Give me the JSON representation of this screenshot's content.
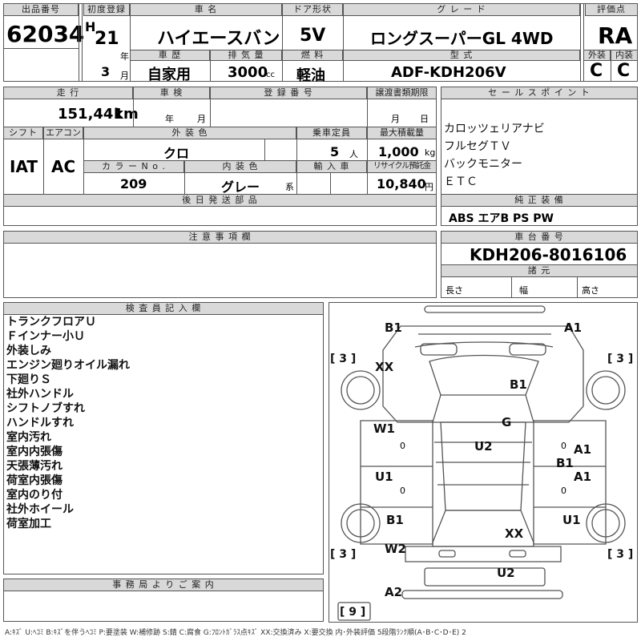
{
  "header": {
    "lot_label": "出品番号",
    "lot_number": "62034",
    "first_reg_label": "初度登録",
    "era": "H",
    "year": "21",
    "year_unit": "年",
    "month": "3",
    "month_unit": "月",
    "name_label": "車 名",
    "car_name": "ハイエースバン",
    "door_label": "ドア形状",
    "door": "5V",
    "grade_label": "グ レ ー ド",
    "grade": "ロングスーパーGL 4WD",
    "score_label": "評価点",
    "score": "RA",
    "history_label": "車 歴",
    "history": "自家用",
    "displacement_label": "排 気 量",
    "displacement": "3000",
    "displacement_unit": "cc",
    "fuel_label": "燃 料",
    "fuel": "軽油",
    "model_label": "型 式",
    "model": "ADF-KDH206V",
    "exterior_label": "外装",
    "exterior_grade": "C",
    "interior_label": "内装",
    "interior_grade": "C"
  },
  "row2": {
    "mileage_label": "走 行",
    "mileage": "151,441",
    "mileage_unit": "km",
    "inspection_label": "車 検",
    "inspection_year": "年",
    "inspection_month": "月",
    "reg_no_label": "登 録 番 号",
    "transfer_label": "譲渡書類期限",
    "transfer_month": "月",
    "transfer_day": "日",
    "shift_label": "シフト",
    "shift": "IAT",
    "ac_label": "エアコン",
    "ac": "AC",
    "ext_color_label": "外 装 色",
    "ext_color": "クロ",
    "capacity_label": "乗車定員",
    "capacity": "5",
    "capacity_unit": "人",
    "load_label": "最大積載量",
    "load": "1,000",
    "load_unit": "kg",
    "color_no_label": "カ ラ ー N o .",
    "color_no": "209",
    "int_color_label": "内 装 色",
    "int_color": "グレー",
    "int_color_suffix": "系",
    "import_label": "輸 入 車",
    "recycle_label": "リサイクル預託金",
    "recycle": "10,840",
    "recycle_unit": "円",
    "later_parts_label": "後 日 発 送 部 品"
  },
  "sales_points": {
    "label": "セ ー ル ス ポ イ ン ト",
    "items": [
      "カロッツェリアナビ",
      "フルセグＴＶ",
      "バックモニター",
      "ＥＴＣ"
    ]
  },
  "equipment": {
    "label": "純 正 装 備",
    "value": "ABS エアB PS PW"
  },
  "caution": {
    "label": "注 意 事 項 欄"
  },
  "chassis": {
    "label": "車 台 番 号",
    "value": "KDH206-8016106",
    "spec_label": "諸 元",
    "length": "長さ",
    "width": "幅",
    "height": "高さ"
  },
  "inspector": {
    "label": "検 査 員 記 入 欄",
    "notes": [
      "トランクフロアＵ",
      "Ｆインナー小Ｕ",
      "外装しみ",
      "エンジン廻りオイル漏れ",
      "下廻りＳ",
      "社外ハンドル",
      "シフトノブすれ",
      "ハンドルすれ",
      "室内汚れ",
      "室内内張傷",
      "天張薄汚れ",
      "荷室内張傷",
      "室内のり付",
      "社外ホイール",
      "荷室加工"
    ]
  },
  "office": {
    "label": "事 務 局 よ り ご 案 内"
  },
  "diagram": {
    "marks": [
      "B1",
      "A1",
      "XX",
      "B1",
      "G",
      "W1",
      "U2",
      "A1",
      "B1",
      "U1",
      "A1",
      "B1",
      "U1",
      "XX",
      "W2",
      "U2",
      "A2"
    ],
    "zeros": [
      "0",
      "0",
      "0",
      "0"
    ],
    "tires": [
      "3",
      "3",
      "3",
      "3"
    ],
    "spare": "9",
    "bracket_l": "[",
    "bracket_r": "]"
  },
  "legend": "A:ｷｽﾞ U:ﾍｺﾐ B:ｷｽﾞを伴うﾍｺﾐ P:要塗装 W:補修跡 S:錆 C:腐食 G:ﾌﾛﾝﾄｶﾞﾗｽ点ｷｽﾞ XX:交換済み X:要交換 内･外装評価 5段階ﾗﾝｸ順(A･B･C･D･E) 2"
}
